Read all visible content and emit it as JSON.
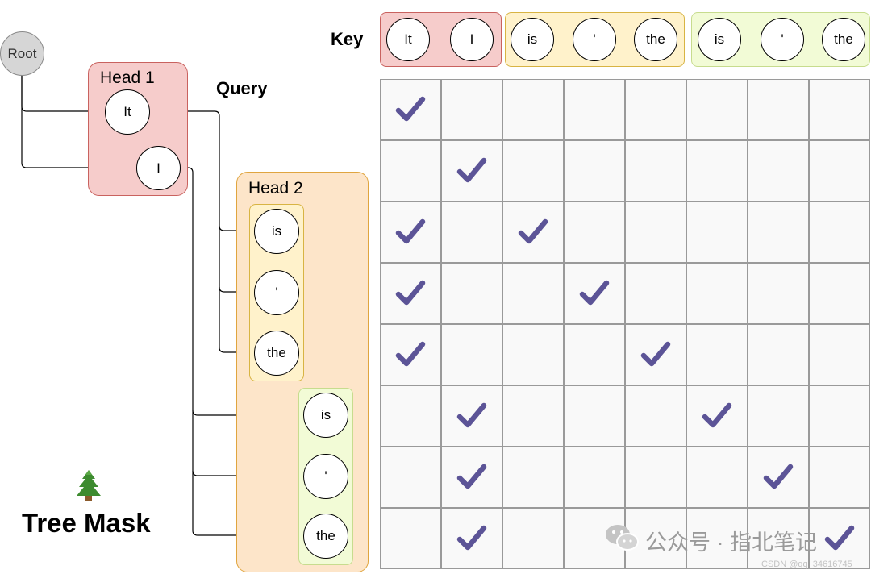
{
  "labels": {
    "key": "Key",
    "query": "Query",
    "tree_mask": "Tree Mask",
    "head1": "Head 1",
    "head2": "Head 2",
    "root": "Root"
  },
  "tree": {
    "head1_tokens": [
      "It",
      "I"
    ],
    "head2_group1_tokens": [
      "is",
      "'",
      "the"
    ],
    "head2_group2_tokens": [
      "is",
      "'",
      "the"
    ]
  },
  "key_tokens": [
    "It",
    "I",
    "is",
    "'",
    "the",
    "is",
    "'",
    "the"
  ],
  "mask": {
    "rows": 8,
    "cols": 8,
    "checks": [
      [
        0,
        0
      ],
      [
        1,
        1
      ],
      [
        2,
        0
      ],
      [
        2,
        2
      ],
      [
        3,
        0
      ],
      [
        3,
        3
      ],
      [
        4,
        0
      ],
      [
        4,
        4
      ],
      [
        5,
        1
      ],
      [
        5,
        5
      ],
      [
        6,
        1
      ],
      [
        6,
        6
      ],
      [
        7,
        1
      ],
      [
        7,
        7
      ]
    ],
    "check_color": "#5c5497"
  },
  "icons": {
    "tree": "evergreen-tree-icon",
    "wechat": "wechat-icon"
  },
  "watermark": {
    "wechat_text": "公众号 · 指北笔记",
    "csdn_text": "CSDN @qq_34616745"
  }
}
